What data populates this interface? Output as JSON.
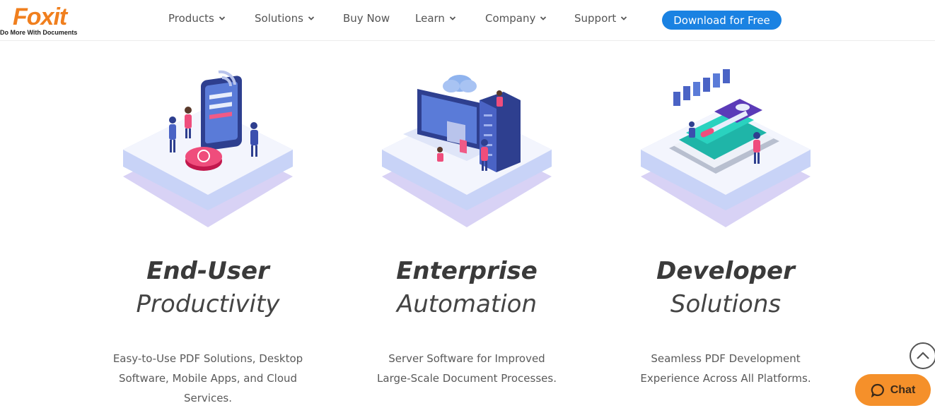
{
  "logo": {
    "wordmark": "Foxit",
    "tagline": "Do More With Documents"
  },
  "nav": {
    "items": [
      {
        "label": "Products",
        "has_dropdown": true
      },
      {
        "label": "Solutions",
        "has_dropdown": true
      },
      {
        "label": "Buy Now",
        "has_dropdown": false
      },
      {
        "label": "Learn",
        "has_dropdown": true
      },
      {
        "label": "Company",
        "has_dropdown": true
      },
      {
        "label": "Support",
        "has_dropdown": true
      }
    ],
    "cta_label": "Download for Free"
  },
  "columns": [
    {
      "title_bold": "End-User",
      "title_light": "Productivity",
      "description": "Easy-to-Use PDF Solutions, Desktop Software, Mobile Apps, and Cloud Services.",
      "icon": "mobile-users-illustration"
    },
    {
      "title_bold": "Enterprise",
      "title_light": "Automation",
      "description": "Server Software for Improved Large-Scale Document Processes.",
      "icon": "server-laptop-illustration"
    },
    {
      "title_bold": "Developer",
      "title_light": "Solutions",
      "description": "Seamless PDF Development Experience Across All Platforms.",
      "icon": "developer-tablet-illustration"
    }
  ],
  "widgets": {
    "chat_label": "Chat"
  },
  "colors": {
    "brand_orange": "#f07f1e",
    "cta_blue": "#1a82e2",
    "chat_orange": "#f5902a",
    "platform_blue": "#c8d3f7",
    "platform_purple": "#d8d2f5"
  }
}
